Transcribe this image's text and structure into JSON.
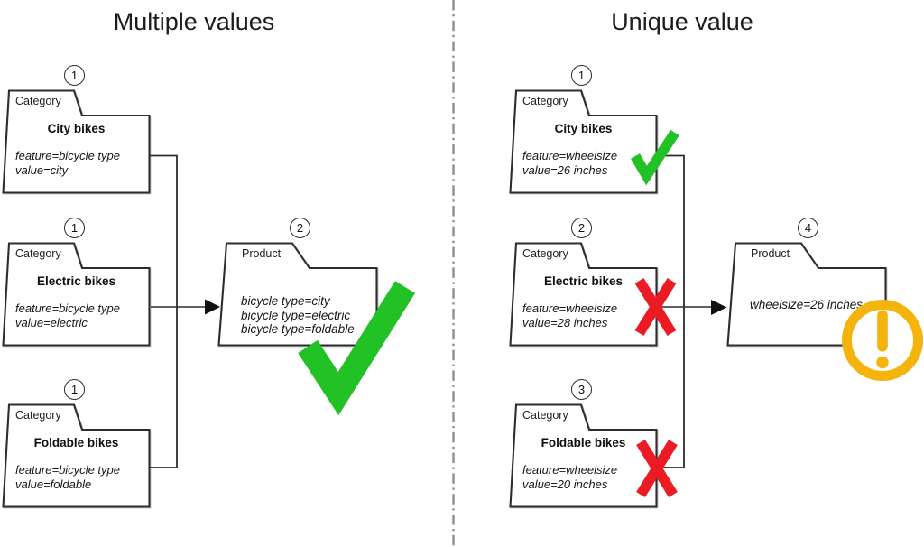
{
  "left": {
    "title": "Multiple values",
    "categories": [
      {
        "badge": "1",
        "tab": "Category",
        "name": "City bikes",
        "lines": [
          "feature=bicycle type",
          "value=city"
        ]
      },
      {
        "badge": "1",
        "tab": "Category",
        "name": "Electric bikes",
        "lines": [
          "feature=bicycle type",
          "value=electric"
        ]
      },
      {
        "badge": "1",
        "tab": "Category",
        "name": "Foldable bikes",
        "lines": [
          "feature=bicycle type",
          "value=foldable"
        ]
      }
    ],
    "product": {
      "badge": "2",
      "tab": "Product",
      "lines": [
        "bicycle type=city",
        "bicycle type=electric",
        "bicycle type=foldable"
      ],
      "status_icon": "green-checkmark"
    }
  },
  "right": {
    "title": "Unique value",
    "categories": [
      {
        "badge": "1",
        "tab": "Category",
        "name": "City bikes",
        "lines": [
          "feature=wheelsize",
          "value=26 inches"
        ],
        "status_icon": "green-checkmark"
      },
      {
        "badge": "2",
        "tab": "Category",
        "name": "Electric bikes",
        "lines": [
          "feature=wheelsize",
          "value=28 inches"
        ],
        "status_icon": "red-cross"
      },
      {
        "badge": "3",
        "tab": "Category",
        "name": "Foldable bikes",
        "lines": [
          "feature=wheelsize",
          "value=20 inches"
        ],
        "status_icon": "red-cross"
      }
    ],
    "product": {
      "badge": "4",
      "tab": "Product",
      "lines": [
        "wheelsize=26 inches"
      ],
      "status_icon": "warning-exclamation"
    }
  },
  "colors": {
    "check_green": "#22c125",
    "cross_red": "#ec1b23",
    "warning_yellow": "#f5b40d",
    "line_dark": "#2d2d2d",
    "divider_gray": "#8e8e8e"
  }
}
